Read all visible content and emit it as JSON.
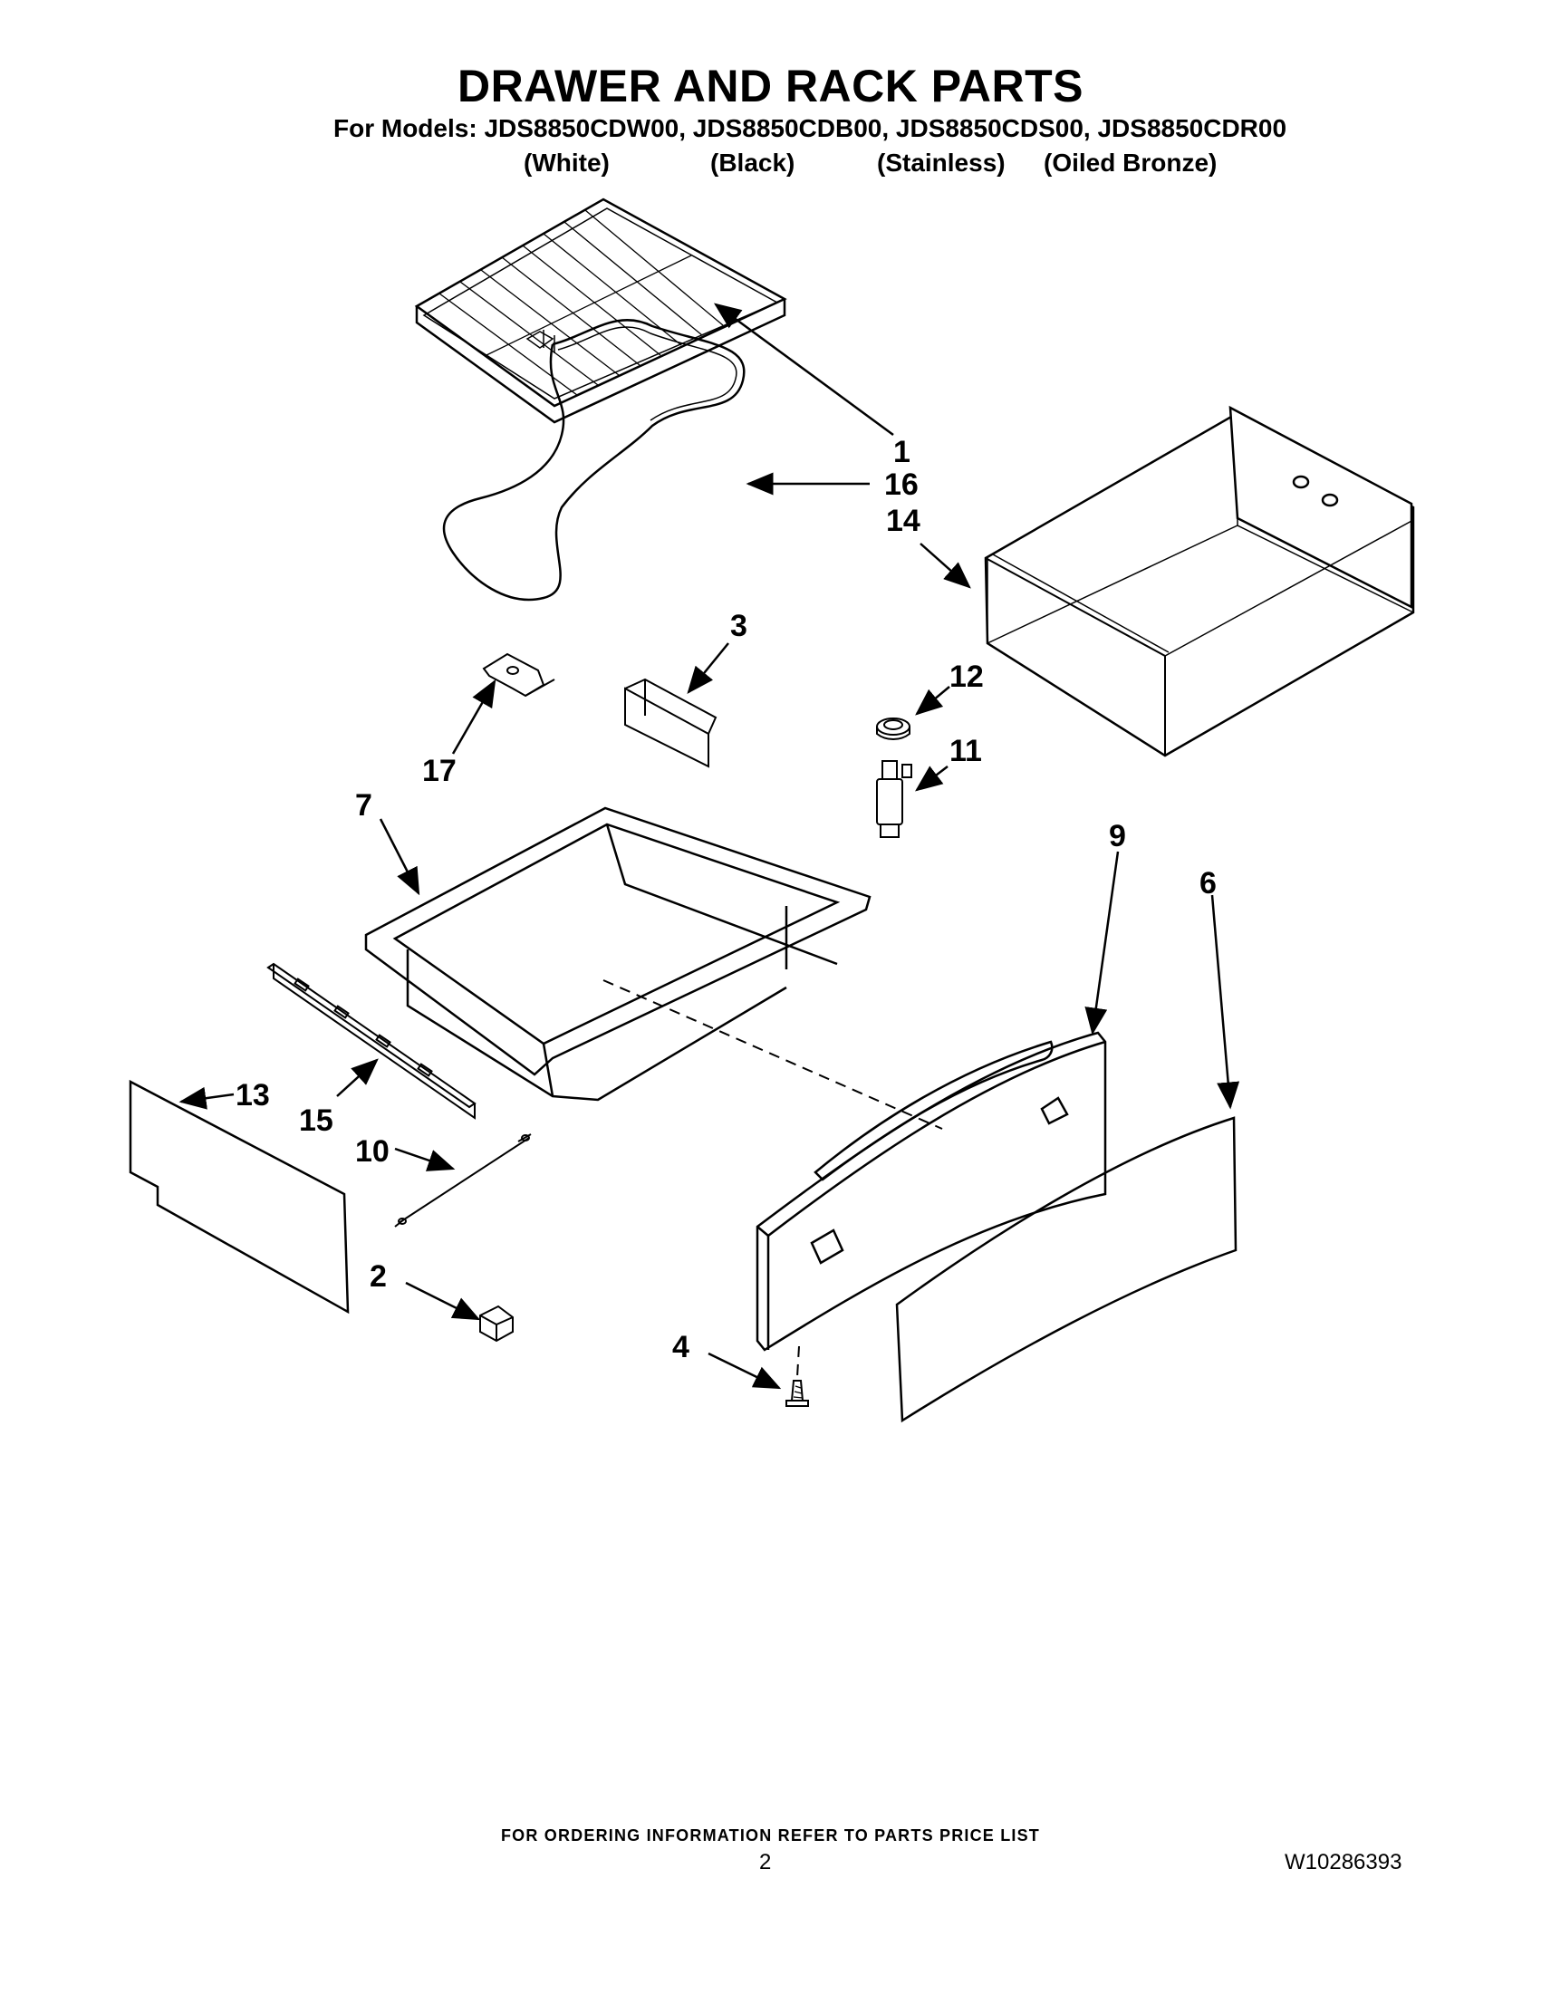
{
  "header": {
    "title": "DRAWER AND RACK PARTS",
    "models_line": "For Models: JDS8850CDW00, JDS8850CDB00, JDS8850CDS00, JDS8850CDR00",
    "colors": [
      "(White)",
      "(Black)",
      "(Stainless)",
      "(Oiled Bronze)"
    ]
  },
  "callouts": {
    "c1": "1",
    "c2": "2",
    "c3": "3",
    "c4": "4",
    "c6": "6",
    "c7": "7",
    "c9": "9",
    "c10": "10",
    "c11": "11",
    "c12": "12",
    "c13": "13",
    "c14": "14",
    "c15": "15",
    "c16": "16",
    "c17": "17"
  },
  "footer": {
    "note": "FOR ORDERING INFORMATION REFER TO PARTS PRICE LIST",
    "page": "2",
    "doc_code": "W10286393"
  }
}
